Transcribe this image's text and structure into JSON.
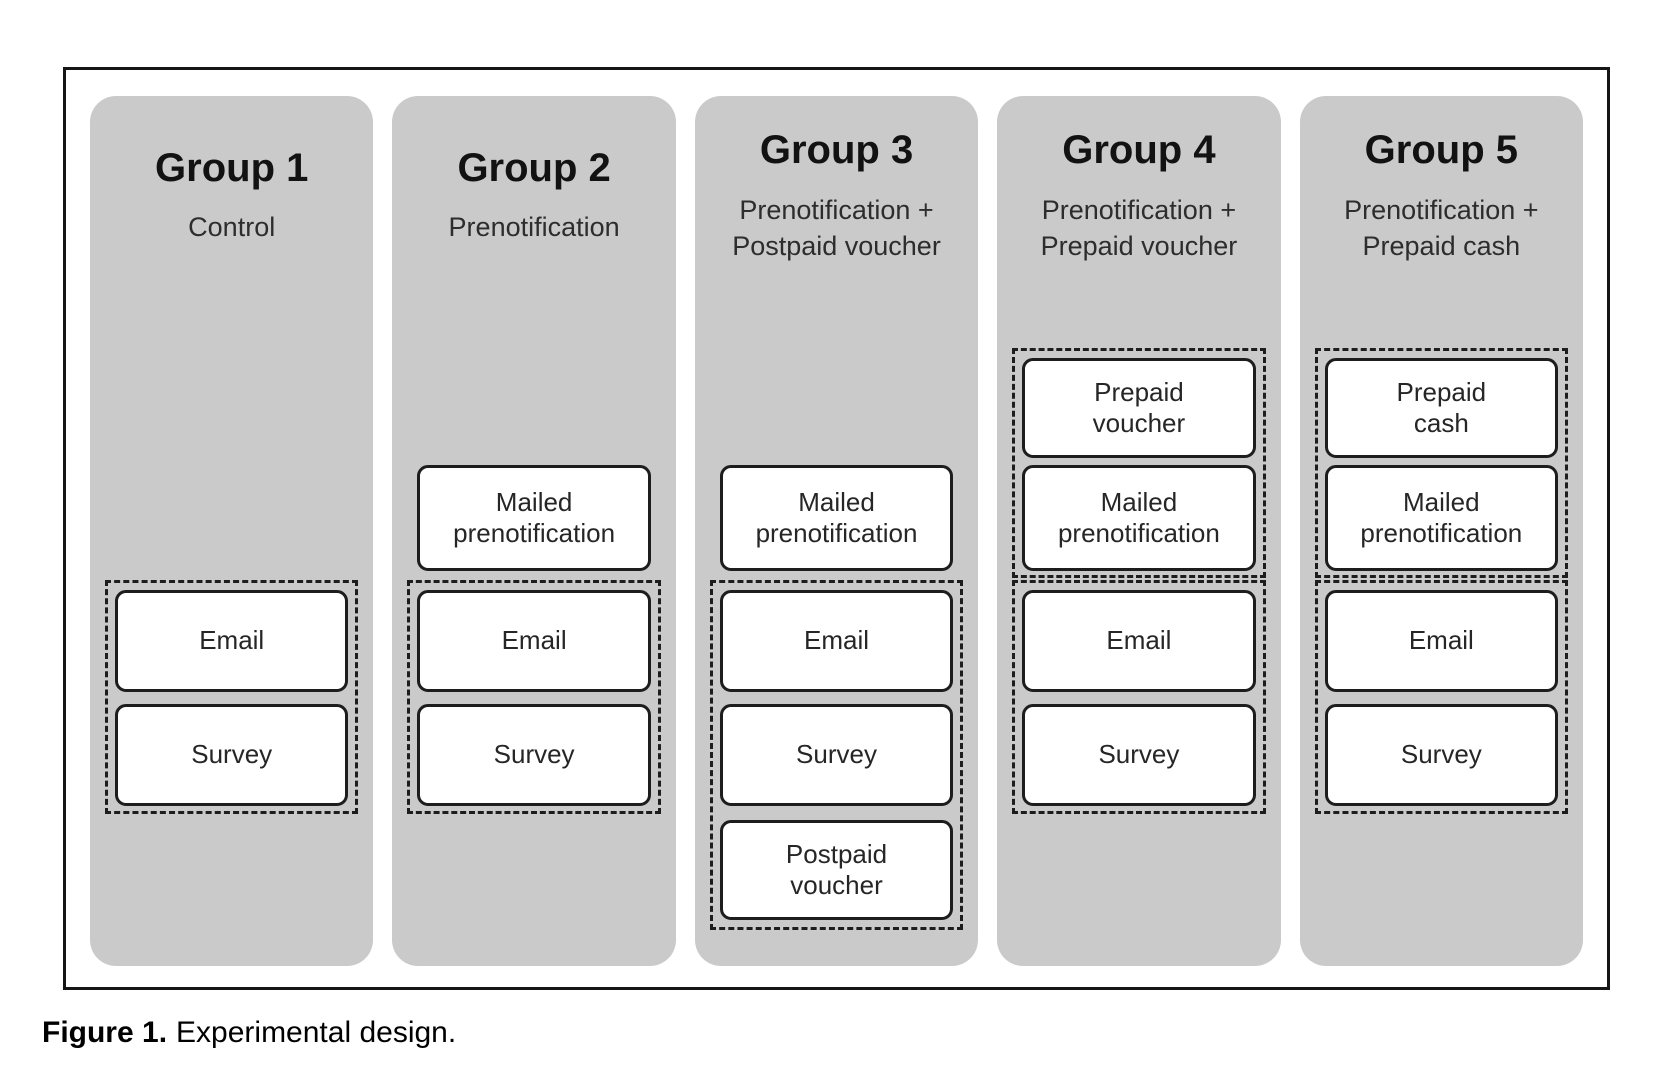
{
  "figure": {
    "caption_bold": "Figure 1.",
    "caption_rest": "Experimental design."
  },
  "groups": [
    {
      "title": "Group 1",
      "subtitle": "Control",
      "boxes": [
        {
          "label": "Email"
        },
        {
          "label": "Survey"
        }
      ]
    },
    {
      "title": "Group 2",
      "subtitle": "Prenotification",
      "boxes": [
        {
          "label": "Mailed\nprenotification"
        },
        {
          "label": "Email"
        },
        {
          "label": "Survey"
        }
      ]
    },
    {
      "title": "Group 3",
      "subtitle": "Prenotification +\nPostpaid voucher",
      "boxes": [
        {
          "label": "Mailed\nprenotification"
        },
        {
          "label": "Email"
        },
        {
          "label": "Survey"
        },
        {
          "label": "Postpaid\nvoucher"
        }
      ]
    },
    {
      "title": "Group 4",
      "subtitle": "Prenotification +\nPrepaid voucher",
      "boxes": [
        {
          "label": "Prepaid\nvoucher"
        },
        {
          "label": "Mailed\nprenotification"
        },
        {
          "label": "Email"
        },
        {
          "label": "Survey"
        }
      ]
    },
    {
      "title": "Group 5",
      "subtitle": "Prenotification +\nPrepaid cash",
      "boxes": [
        {
          "label": "Prepaid\ncash"
        },
        {
          "label": "Mailed\nprenotification"
        },
        {
          "label": "Email"
        },
        {
          "label": "Survey"
        }
      ]
    }
  ],
  "colors": {
    "column_bg": "#cacaca",
    "box_bg": "#ffffff",
    "line": "#1d1d1d",
    "frame_border": "#161616"
  }
}
